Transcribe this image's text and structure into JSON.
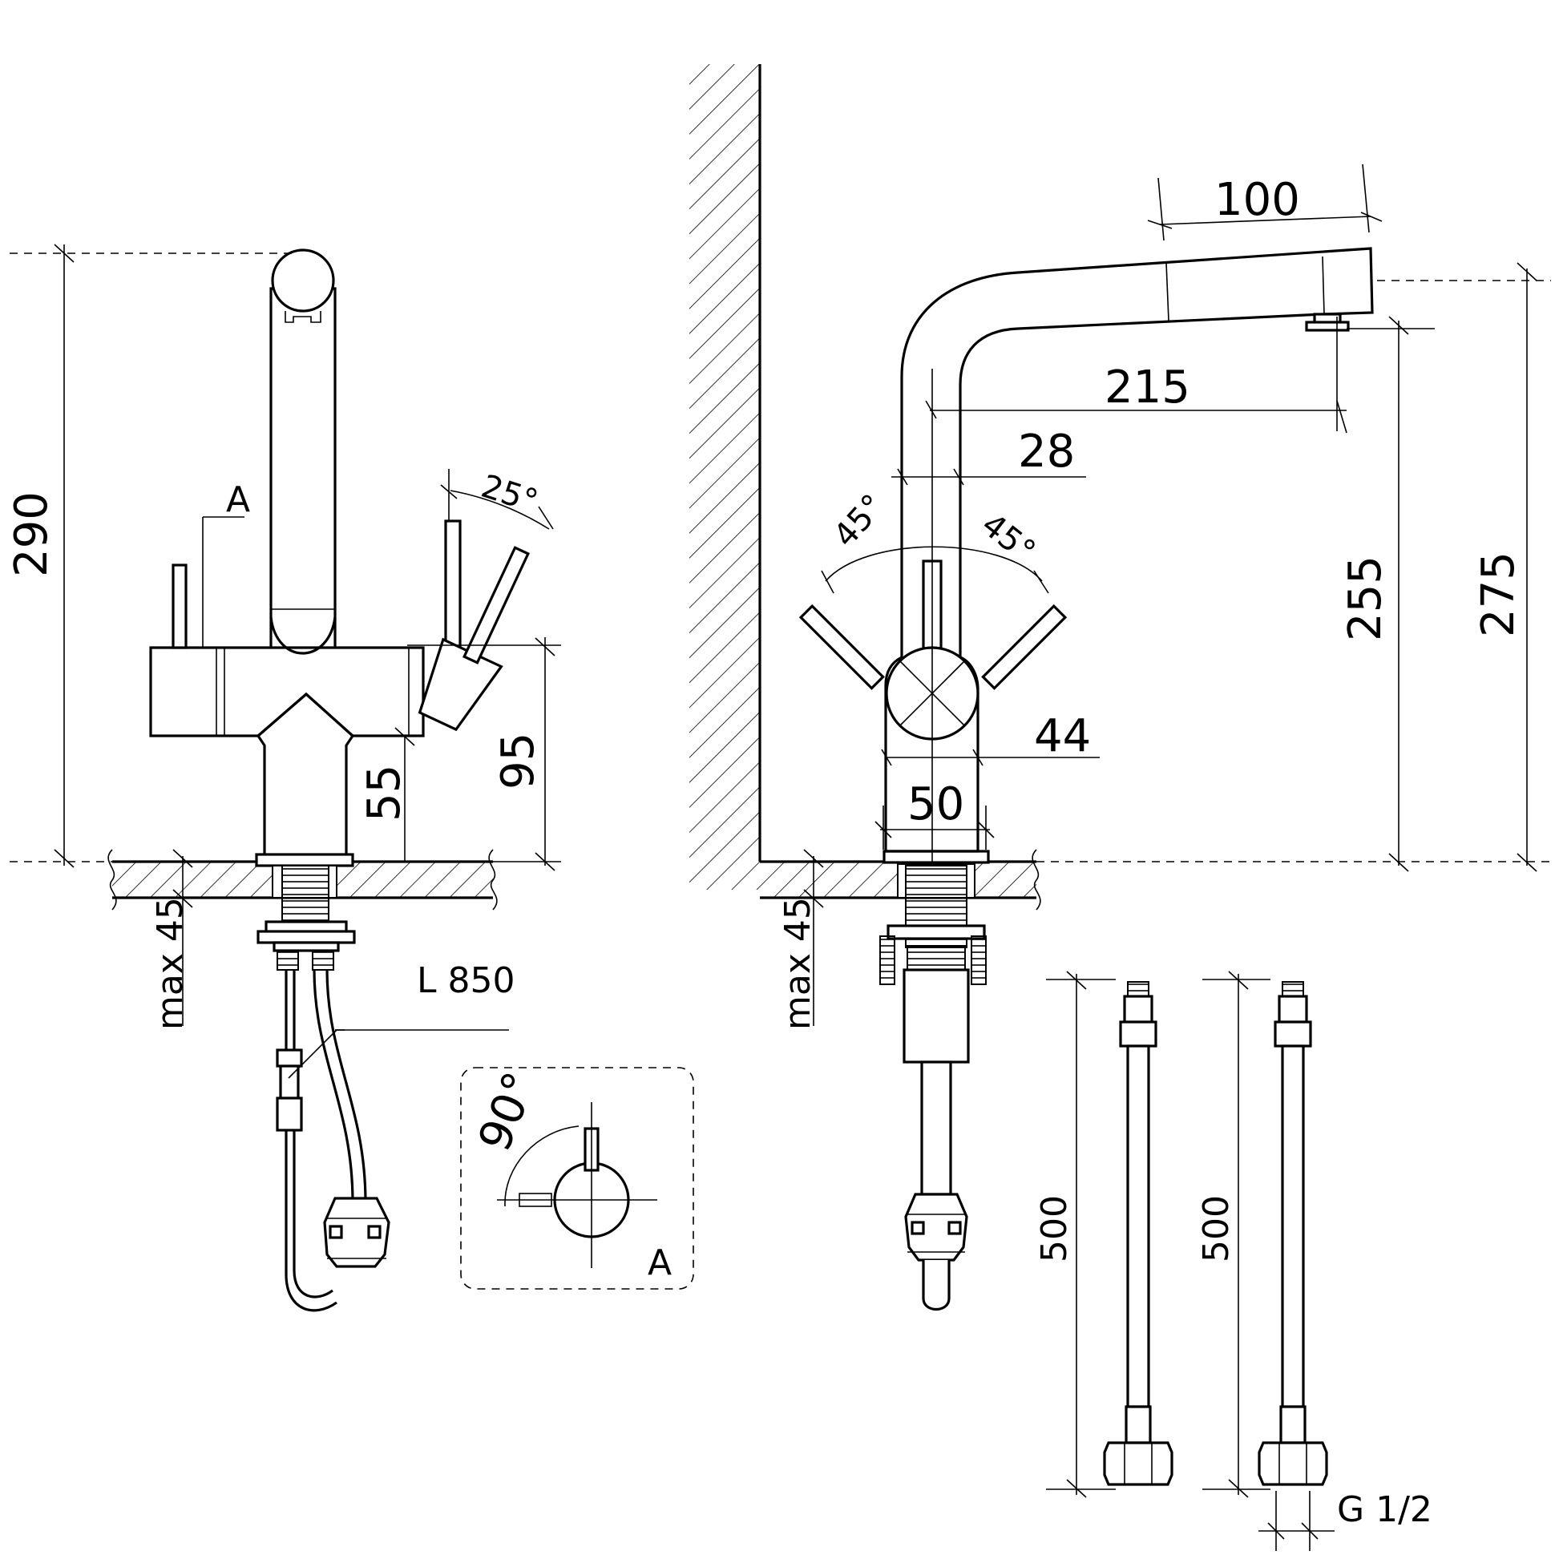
{
  "front_view": {
    "height_total": "290",
    "lever_angle": "25°",
    "detail_ref": "A",
    "lever_height": "95",
    "body_height": "55",
    "max_thickness": "max 45",
    "hose_length": "L 850"
  },
  "side_view": {
    "pullout_length": "100",
    "reach": "215",
    "offset": "28",
    "angle_left": "45°",
    "angle_right": "45°",
    "spout_height": "255",
    "total_height": "275",
    "body_width": "44",
    "base_width": "50",
    "max_thickness": "max 45"
  },
  "detail_a": {
    "angle": "90°",
    "label": "A"
  },
  "hoses": {
    "length_1": "500",
    "length_2": "500",
    "thread": "G 1/2"
  }
}
